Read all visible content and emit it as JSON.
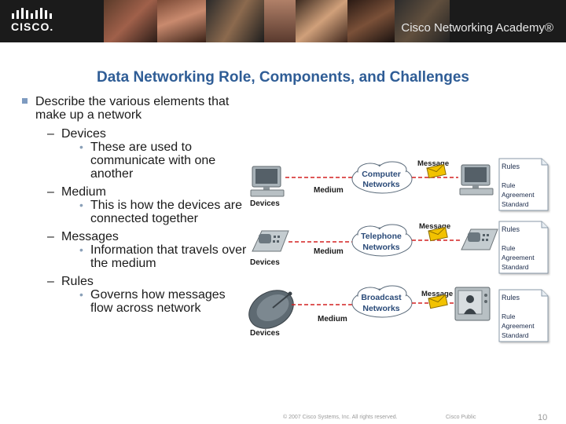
{
  "header": {
    "logo_text": "CISCO.",
    "academy_name": "Cisco Networking Academy®"
  },
  "slide": {
    "title": "Data Networking Role, Components, and Challenges",
    "main_bullet": "Describe the various elements that make up a network",
    "items": [
      {
        "label": "Devices",
        "detail": "These are used to communicate with one another"
      },
      {
        "label": "Medium",
        "detail": "This is how the devices are connected together"
      },
      {
        "label": "Messages",
        "detail": "Information that travels over the medium"
      },
      {
        "label": "Rules",
        "detail": "Governs how messages flow across network"
      }
    ]
  },
  "diagram": {
    "rows": [
      {
        "cloud_line1": "Computer",
        "cloud_line2": "Networks",
        "devices_label": "Devices",
        "medium_label": "Medium",
        "message_label": "Message",
        "rules_title": "Rules",
        "rules_lines": [
          "Rule",
          "Agreement",
          "Standard"
        ]
      },
      {
        "cloud_line1": "Telephone",
        "cloud_line2": "Networks",
        "devices_label": "Devices",
        "medium_label": "Medium",
        "message_label": "Message",
        "rules_title": "Rules",
        "rules_lines": [
          "Rule",
          "Agreement",
          "Standard"
        ]
      },
      {
        "cloud_line1": "Broadcast",
        "cloud_line2": "Networks",
        "devices_label": "Devices",
        "medium_label": "Medium",
        "message_label": "Message",
        "rules_title": "Rules",
        "rules_lines": [
          "Rule",
          "Agreement",
          "Standard"
        ]
      }
    ],
    "colors": {
      "medium_line": "#d42020",
      "cloud_text": "#2a4a78",
      "envelope": "#f2c200"
    }
  },
  "footer": {
    "copyright": "© 2007 Cisco Systems, Inc. All rights reserved.",
    "classification": "Cisco Public",
    "page_number": "10"
  }
}
